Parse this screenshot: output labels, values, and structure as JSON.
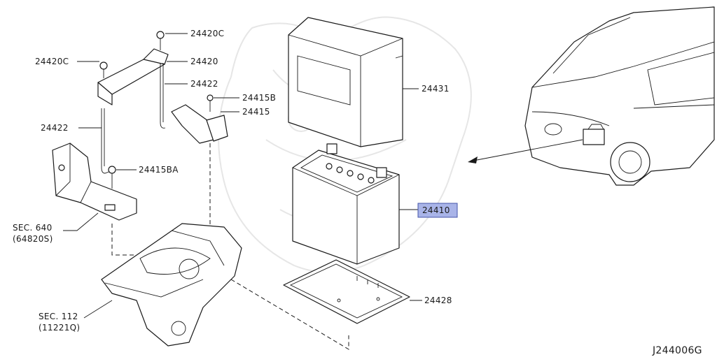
{
  "diagram_id": "J244006G",
  "parts": {
    "p24420C_top": "24420C",
    "p24420C_left": "24420C",
    "p24420": "24420",
    "p24422_right": "24422",
    "p24422_left": "24422",
    "p24415B": "24415B",
    "p24415": "24415",
    "p24415BA": "24415BA",
    "p24431": "24431",
    "p24410": "24410",
    "p24428": "24428"
  },
  "sections": {
    "sec640": {
      "label": "SEC. 640",
      "ref": "(64820S)"
    },
    "sec112": {
      "label": "SEC. 112",
      "ref": "(11221Q)"
    }
  },
  "colors": {
    "highlight": "#a9b4e8",
    "line": "#1a1a1a",
    "watermark": "#e6e6e6"
  }
}
